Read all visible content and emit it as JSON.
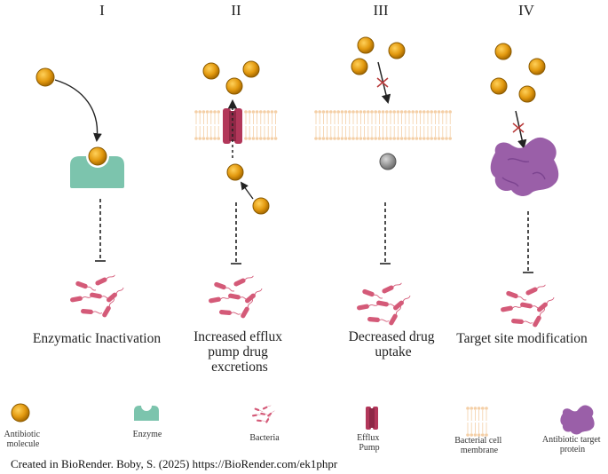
{
  "panels": [
    {
      "numeral": "I",
      "caption_lines": [
        "Enzymatic Inactivation"
      ]
    },
    {
      "numeral": "II",
      "caption_lines": [
        "Increased efflux",
        "pump drug",
        "excretions"
      ]
    },
    {
      "numeral": "III",
      "caption_lines": [
        "Decreased drug",
        "uptake"
      ]
    },
    {
      "numeral": "IV",
      "caption_lines": [
        "Target site modification"
      ]
    }
  ],
  "legend": [
    {
      "icon": "antibiotic-molecule-icon",
      "lines": [
        "Antibiotic",
        "molecule"
      ]
    },
    {
      "icon": "enzyme-icon",
      "lines": [
        "Enzyme"
      ]
    },
    {
      "icon": "bacteria-icon",
      "lines": [
        "Bacteria"
      ]
    },
    {
      "icon": "efflux-pump-icon",
      "lines": [
        "Efflux",
        "Pump"
      ]
    },
    {
      "icon": "bacterial-membrane-icon",
      "lines": [
        "Bacterial cell",
        "membrane"
      ]
    },
    {
      "icon": "target-protein-icon",
      "lines": [
        "Antibiotic target",
        "protein"
      ]
    }
  ],
  "credit": "Created in BioRender. Boby, S. (2025) https://BioRender.com/ek1phpr",
  "colors": {
    "antibiotic": "#e39a10",
    "antibiotic_outline": "#8a5a00",
    "enzyme": "#7cc4ad",
    "bacteria": "#d45a78",
    "pump": "#b2375a",
    "membrane": "#f4cfa6",
    "protein": "#9a5fa8",
    "blocked_molecule": "#8a8a8a",
    "cross": "#b83a3a"
  }
}
